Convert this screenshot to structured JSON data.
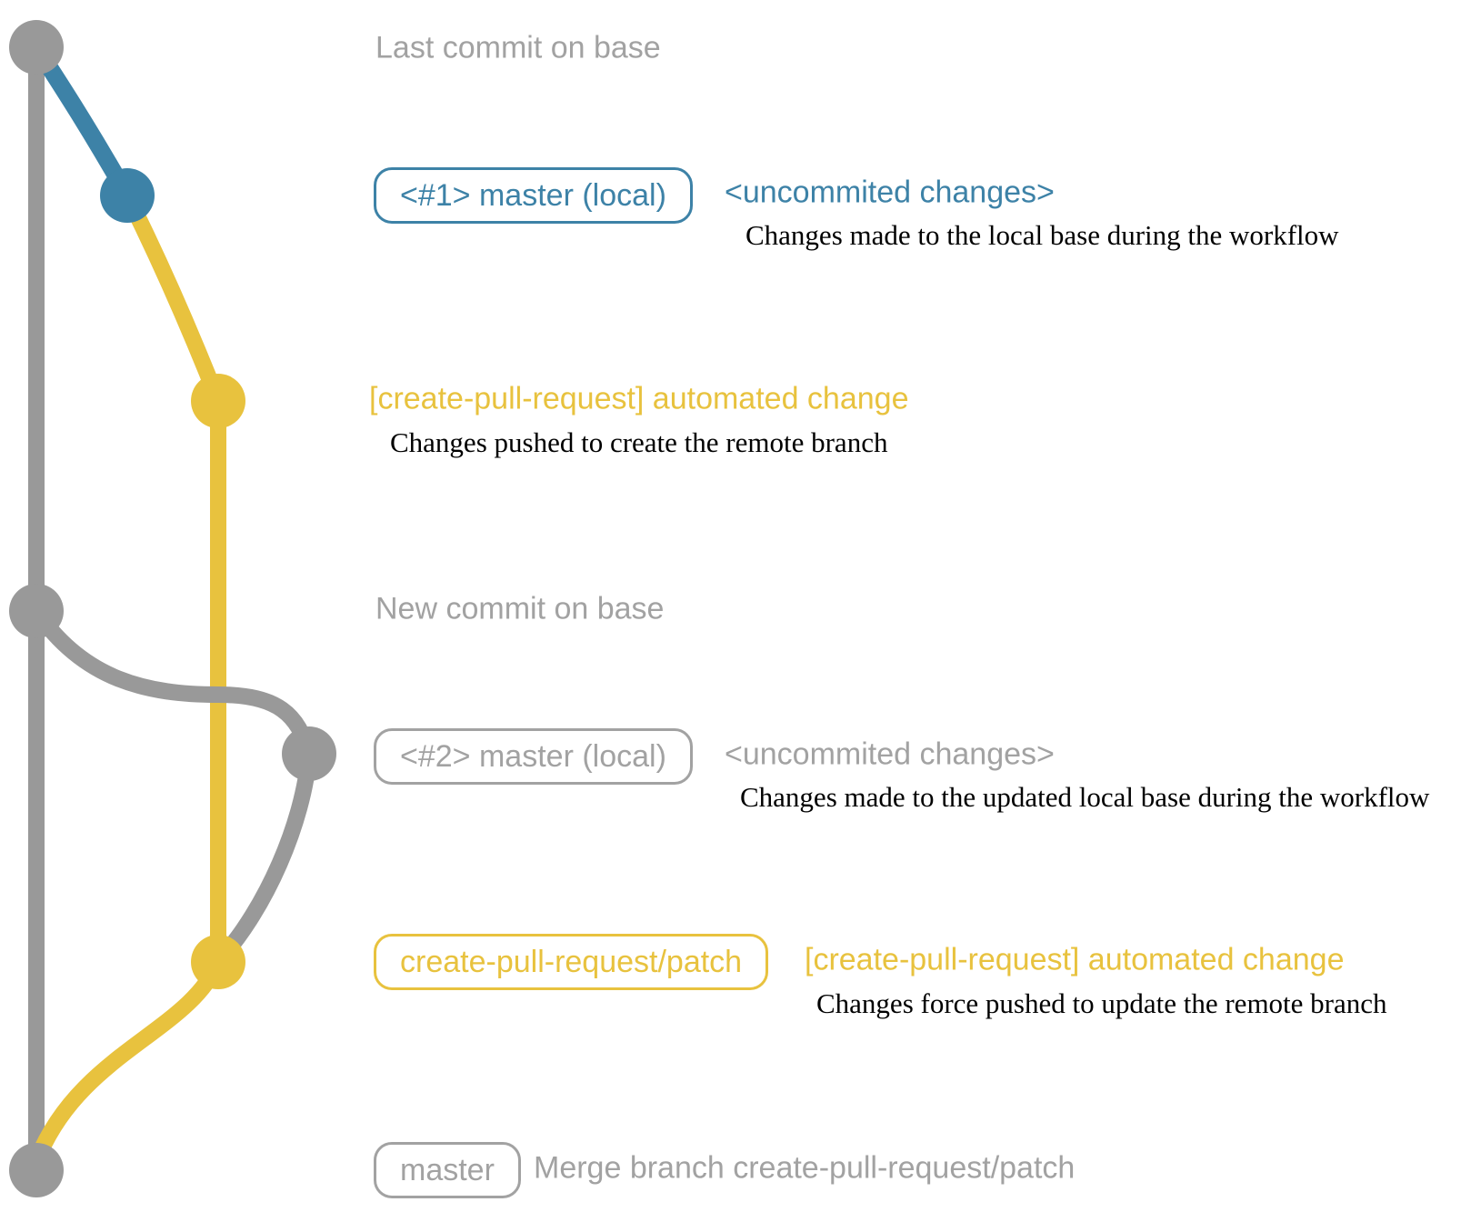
{
  "colors": {
    "graph_gray": "#999999",
    "label_gray": "#a2a2a2",
    "blue": "#3d82a7",
    "yellow": "#e8c23e",
    "description_text": "#000000",
    "background": "#ffffff"
  },
  "graph": {
    "commit_dots_top_to_bottom": [
      "gray",
      "blue",
      "yellow",
      "gray",
      "gray",
      "yellow",
      "gray"
    ],
    "branch_line_colors": [
      "gray",
      "blue",
      "yellow"
    ]
  },
  "rows": [
    {
      "label": "Last commit on base"
    },
    {
      "box": "<#1> master (local)",
      "note": "<uncommited changes>",
      "desc": "Changes made to the local base during the workflow"
    },
    {
      "note": "[create-pull-request] automated change",
      "desc": "Changes pushed to create the remote branch"
    },
    {
      "label": "New commit on base"
    },
    {
      "box": "<#2> master (local)",
      "note": "<uncommited changes>",
      "desc": "Changes made to the updated local base during the workflow"
    },
    {
      "box": "create-pull-request/patch",
      "note": "[create-pull-request] automated change",
      "desc": "Changes force pushed to update the remote branch"
    },
    {
      "box": "master",
      "note": "Merge branch create-pull-request/patch"
    }
  ]
}
